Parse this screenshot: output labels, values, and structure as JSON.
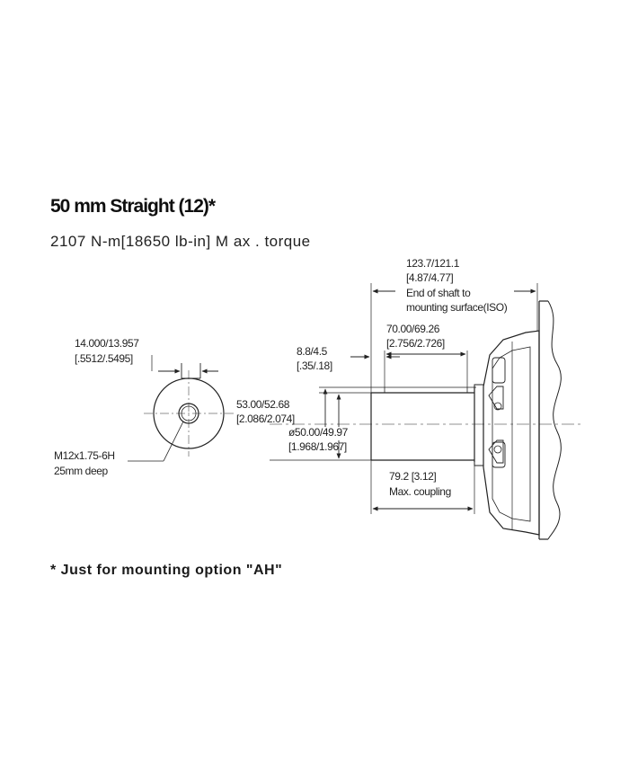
{
  "header": {
    "title": "50 mm Straight (12)*",
    "subtitle": "2107 N-m[18650 lb-in] M ax . torque"
  },
  "dimensions": {
    "key_width": [
      "14.000/13.957",
      "[.5512/.5495]"
    ],
    "tap": [
      "M12x1.75-6H",
      "25mm deep"
    ],
    "shaft_to_surface": [
      "123.7/121.1",
      "[4.87/4.77]",
      "End of shaft to",
      "mounting surface(ISO)"
    ],
    "key_length": [
      "70.00/69.26",
      "[2.756/2.726]"
    ],
    "key_offset": [
      "8.8/4.5",
      "[.35/.18]"
    ],
    "key_height": [
      "53.00/52.68",
      "[2.086/2.074]"
    ],
    "shaft_diameter": [
      "ø50.00/49.97",
      "[1.968/1.967]"
    ],
    "coupling": [
      "79.2 [3.12]",
      "Max. coupling"
    ]
  },
  "footnote": "* Just for mounting option \"AH\""
}
